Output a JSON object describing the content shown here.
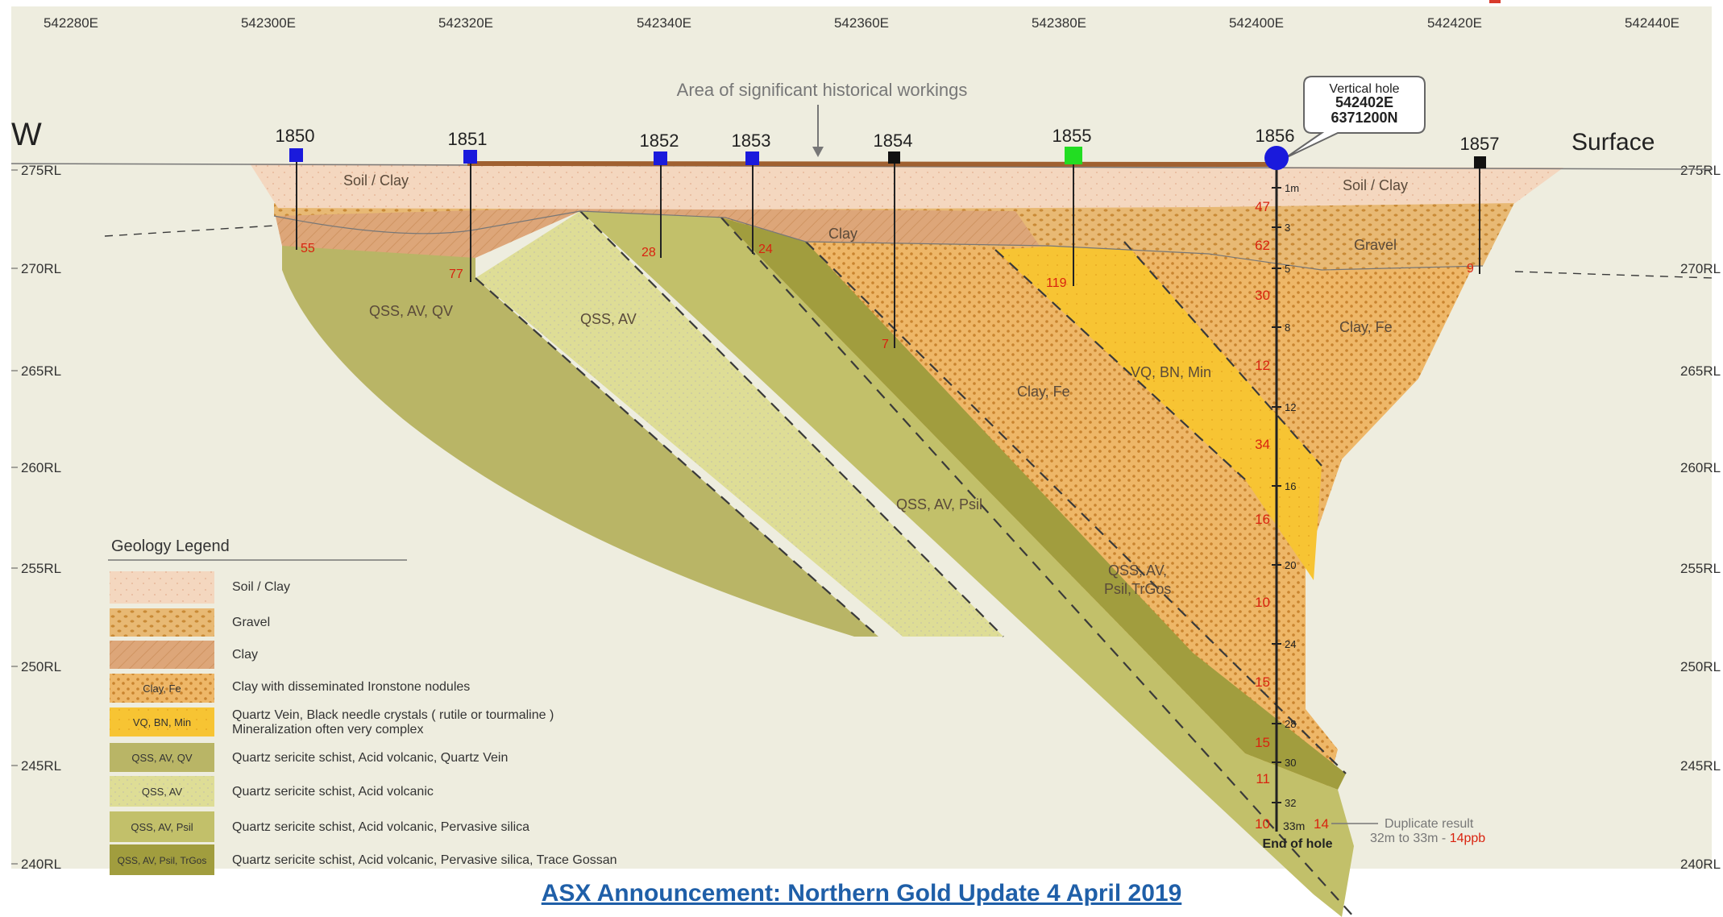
{
  "easting_labels": [
    "542280E",
    "542300E",
    "542320E",
    "542340E",
    "542360E",
    "542380E",
    "542400E",
    "542420E",
    "542440E"
  ],
  "rl_labels": [
    "275RL",
    "270RL",
    "265RL",
    "260RL",
    "255RL",
    "250RL",
    "245RL",
    "240RL"
  ],
  "side_labels": {
    "west": "W",
    "surface": "Surface"
  },
  "historical_note": "Area of significant historical workings",
  "vertical_hole": {
    "line1": "Vertical hole",
    "line2": "542402E",
    "line3": "6371200N"
  },
  "holes": [
    {
      "id": "1850",
      "color": "#1a1adc"
    },
    {
      "id": "1851",
      "color": "#1a1adc"
    },
    {
      "id": "1852",
      "color": "#1a1adc"
    },
    {
      "id": "1853",
      "color": "#1a1adc"
    },
    {
      "id": "1854",
      "color": "#111111"
    },
    {
      "id": "1855",
      "color": "#22dd22"
    },
    {
      "id": "1856",
      "color": "#1a1adc"
    },
    {
      "id": "1857",
      "color": "#111111"
    }
  ],
  "hole_results": [
    "55",
    "77",
    "28",
    "24",
    "7",
    "119",
    "9"
  ],
  "unit_labels": {
    "soil_left": "Soil / Clay",
    "soil_right": "Soil / Clay",
    "clay": "Clay",
    "gravel": "Gravel",
    "clay_fe_right": "Clay, Fe",
    "clay_fe_center": "Clay, Fe",
    "vq": "VQ, BN, Min",
    "qss_av_qv": "QSS, AV, QV",
    "qss_av": "QSS, AV",
    "qss_av_psil": "QSS, AV, Psil",
    "trgos_1": "QSS, AV,",
    "trgos_2": "Psil,TrGos"
  },
  "hole_1856": {
    "depths": [
      "1m",
      "3",
      "5",
      "8",
      "12",
      "16",
      "20",
      "24",
      "28",
      "30",
      "32",
      "33m"
    ],
    "assays": [
      "47",
      "62",
      "30",
      "12",
      "34",
      "16",
      "10",
      "15",
      "15",
      "11",
      "10"
    ],
    "end_label": "End of hole",
    "duplicate_value": "14",
    "duplicate_line1": "Duplicate result",
    "duplicate_line2": "32m to 33m - ",
    "duplicate_ppb": "14ppb"
  },
  "legend": {
    "title": "Geology Legend",
    "items": [
      {
        "swatch": "",
        "text": "Soil / Clay",
        "text2": ""
      },
      {
        "swatch": "",
        "text": "Gravel",
        "text2": ""
      },
      {
        "swatch": "",
        "text": "Clay",
        "text2": ""
      },
      {
        "swatch": "Clay, Fe",
        "text": "Clay with disseminated Ironstone nodules",
        "text2": ""
      },
      {
        "swatch": "VQ, BN, Min",
        "text": "Quartz Vein, Black needle crystals ( rutile or tourmaline )",
        "text2": "Mineralization often very complex"
      },
      {
        "swatch": "QSS, AV, QV",
        "text": "Quartz sericite schist, Acid volcanic, Quartz Vein",
        "text2": ""
      },
      {
        "swatch": "QSS, AV",
        "text": "Quartz sericite schist, Acid volcanic",
        "text2": ""
      },
      {
        "swatch": "QSS, AV, Psil",
        "text": "Quartz sericite schist, Acid volcanic, Pervasive silica",
        "text2": ""
      },
      {
        "swatch": "QSS, AV, Psil, TrGos",
        "text": "Quartz sericite schist, Acid volcanic, Pervasive silica, Trace Gossan",
        "text2": ""
      }
    ]
  },
  "announcement": "ASX Announcement: Northern Gold Update 4 April 2019",
  "colors": {
    "background": "#eeeddf",
    "soil": "#f4d7bf",
    "gravel": "#e8b974",
    "clay": "#dda679",
    "clay_fe": "#e9ad57",
    "vq": "#f7c433",
    "qss_av_qv": "#b9b566",
    "qss_av": "#dedd96",
    "qss_av_psil": "#c2c06a",
    "trgos": "#a19d3e",
    "assay_red": "#d9230f",
    "link": "#1f5fa8"
  }
}
